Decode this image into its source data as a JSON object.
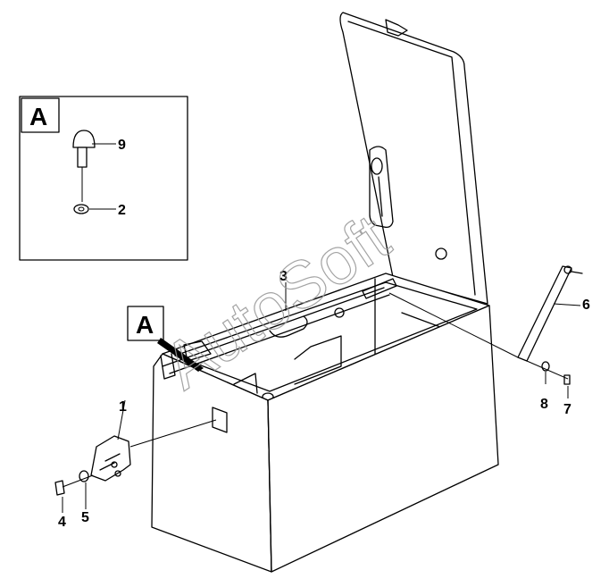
{
  "watermark": "AutoSoft",
  "detail_view": {
    "label": "A",
    "callouts": [
      "9",
      "2"
    ]
  },
  "view_marker": "A",
  "callouts": [
    "1",
    "2",
    "3",
    "4",
    "5",
    "6",
    "7",
    "8",
    "9"
  ],
  "main_callouts": [
    "3",
    "6",
    "1",
    "8",
    "7",
    "4",
    "5"
  ]
}
